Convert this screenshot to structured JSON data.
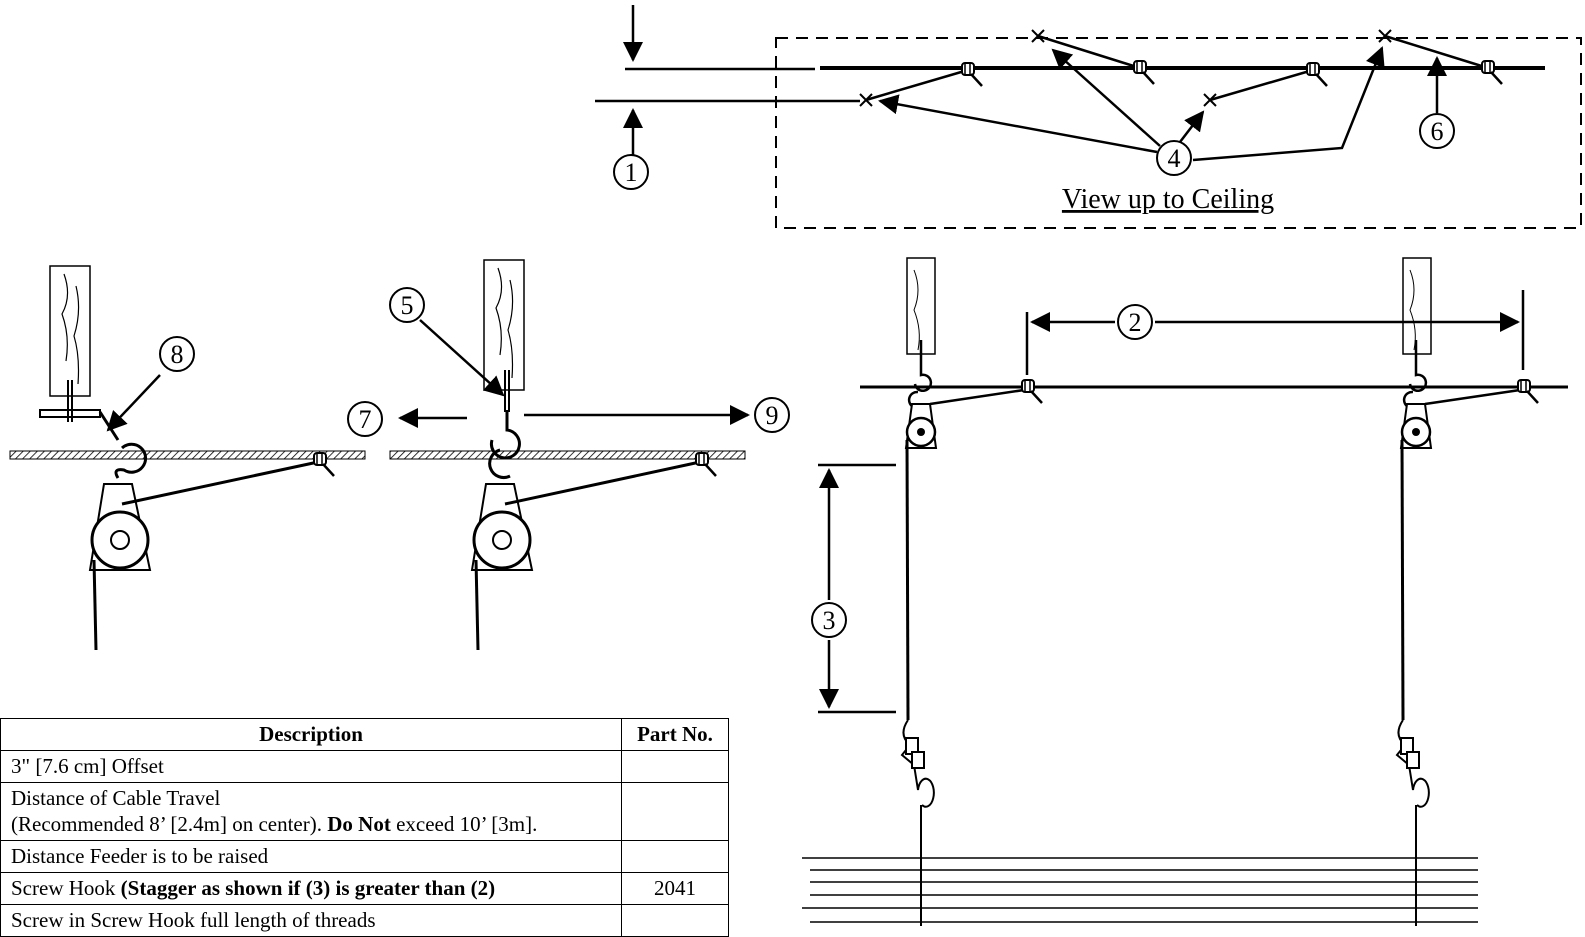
{
  "callouts": [
    "1",
    "2",
    "3",
    "4",
    "5",
    "6",
    "7",
    "8",
    "9"
  ],
  "view_label": "View up to Ceiling",
  "table": {
    "headers": {
      "description": "Description",
      "part_no": "Part No."
    },
    "rows": [
      {
        "text": "3\" [7.6 cm] Offset",
        "part": ""
      },
      {
        "line1": "Distance of Cable Travel",
        "line2_pre": "(Recommended 8’ [2.4m] on center). ",
        "line2_bold": "Do Not",
        "line2_post": " exceed 10’ [3m].",
        "part": ""
      },
      {
        "text": "Distance Feeder is to be raised",
        "part": ""
      },
      {
        "pre": "Screw Hook ",
        "bold": "(Stagger as shown if (3) is greater than (2)",
        "part": "2041"
      },
      {
        "text": "Screw in Screw Hook full length of threads",
        "part": ""
      }
    ]
  }
}
